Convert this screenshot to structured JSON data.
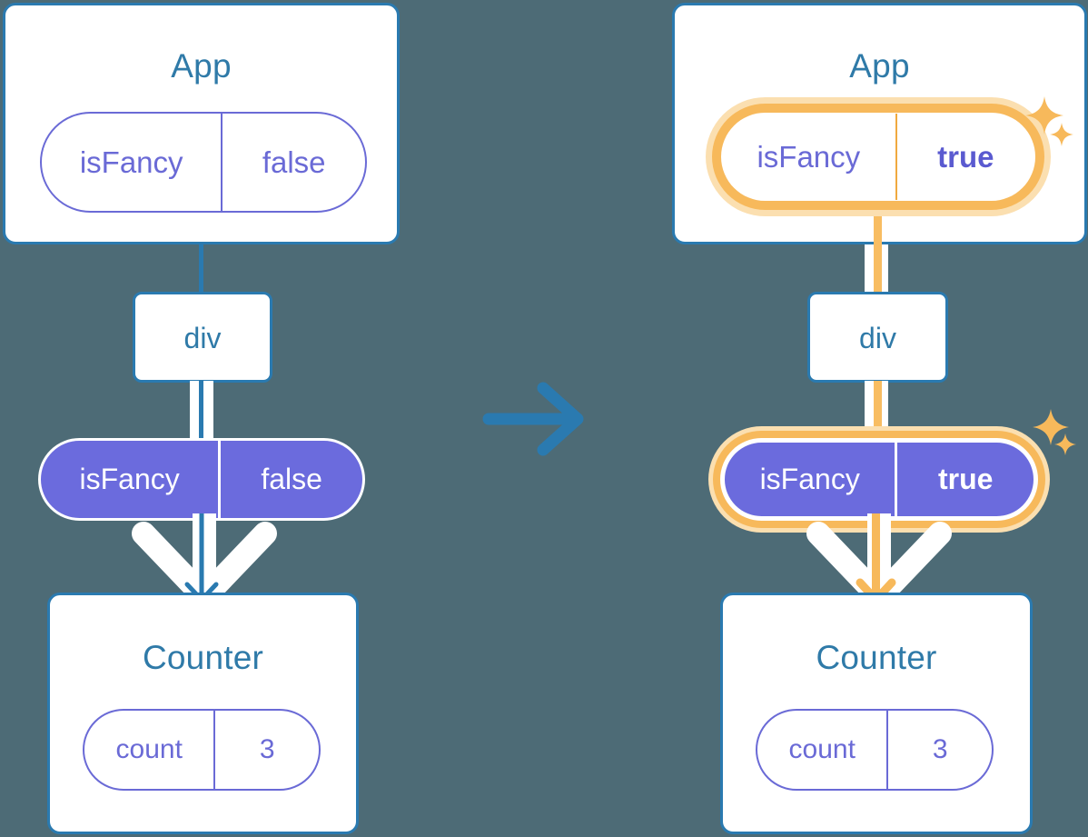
{
  "diagram": {
    "background_color": "#4d6b76",
    "accent_blue": "#2f7aa8",
    "accent_purple": "#6a6ad6",
    "accent_purple_fill": "#6b6bdd",
    "accent_orange": "#f7b95b",
    "accent_orange_soft": "#fbdfb0",
    "transition_arrow_icon": "arrow-right-icon"
  },
  "before": {
    "app": {
      "title": "App",
      "state_pill": {
        "name": "isFancy",
        "value": "false",
        "highlighted": false
      }
    },
    "div": {
      "label": "div"
    },
    "prop_pill": {
      "name": "isFancy",
      "value": "false",
      "highlighted": false
    },
    "counter": {
      "title": "Counter",
      "state_pill": {
        "name": "count",
        "value": "3",
        "highlighted": false
      }
    }
  },
  "after": {
    "app": {
      "title": "App",
      "state_pill": {
        "name": "isFancy",
        "value": "true",
        "highlighted": true
      }
    },
    "div": {
      "label": "div"
    },
    "prop_pill": {
      "name": "isFancy",
      "value": "true",
      "highlighted": true
    },
    "counter": {
      "title": "Counter",
      "state_pill": {
        "name": "count",
        "value": "3",
        "highlighted": false
      }
    }
  }
}
